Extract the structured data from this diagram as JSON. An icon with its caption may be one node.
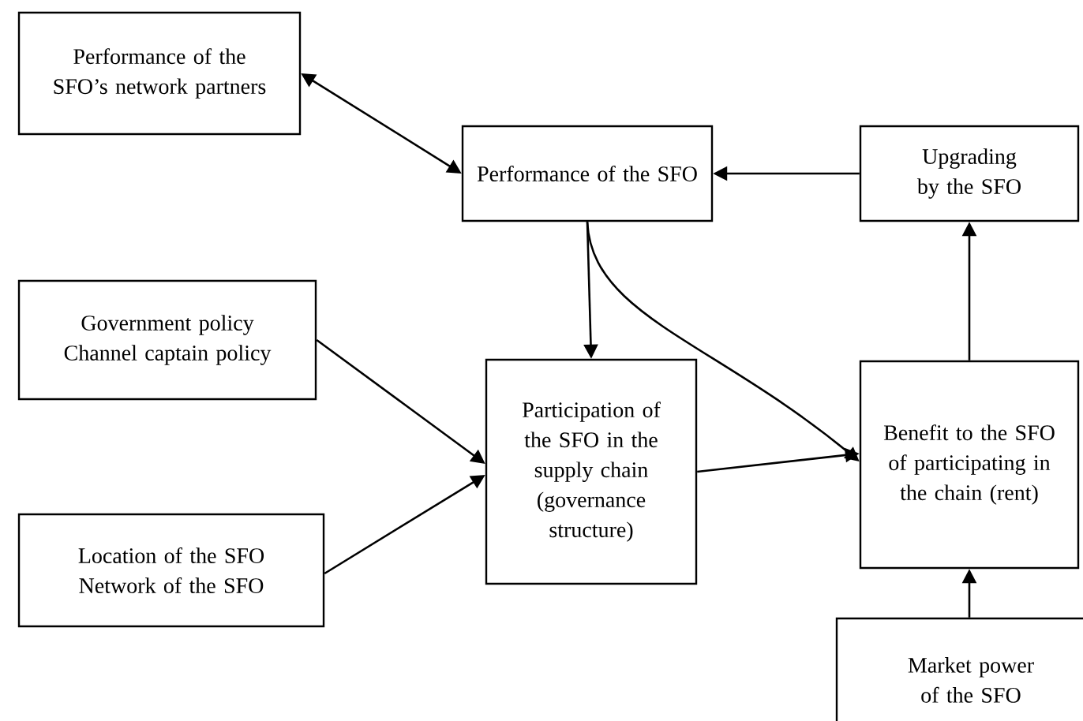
{
  "diagram": {
    "nodes": [
      {
        "text": [
          "Performance of the SFO’s network partners"
        ]
      },
      {
        "text": [
          "Performance of the SFO"
        ]
      },
      {
        "text": [
          "Upgrading by the SFO"
        ]
      },
      {
        "text": [
          "Government policy",
          "Channel captain policy"
        ]
      },
      {
        "text": [
          "Participation of the SFO in the supply chain (governance structure)"
        ]
      },
      {
        "text": [
          "Benefit to the SFO of participating in the chain (rent)"
        ]
      },
      {
        "text": [
          "Location of the SFO",
          "Network of the SFO"
        ]
      },
      {
        "text": [
          "Market power of the SFO"
        ]
      }
    ],
    "edges": [
      {
        "from": 0,
        "to": 1,
        "arrow": "both"
      },
      {
        "from": 2,
        "to": 1,
        "arrow": "to"
      },
      {
        "from": 1,
        "to": 4,
        "arrow": "to"
      },
      {
        "from": 1,
        "to": 5,
        "arrow": "to"
      },
      {
        "from": 5,
        "to": 2,
        "arrow": "to"
      },
      {
        "from": 3,
        "to": 4,
        "arrow": "to"
      },
      {
        "from": 6,
        "to": 4,
        "arrow": "to"
      },
      {
        "from": 4,
        "to": 5,
        "arrow": "to"
      },
      {
        "from": 7,
        "to": 5,
        "arrow": "to"
      }
    ]
  }
}
